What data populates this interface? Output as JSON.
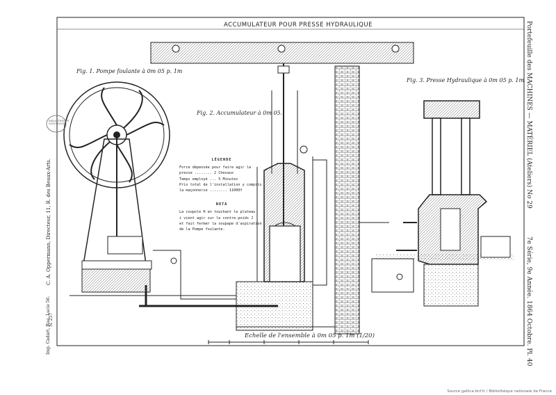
{
  "plate": {
    "title": "ACCUMULATEUR POUR PRESSE HYDRAULIQUE",
    "fig1_caption": "Fig. 1. Pompe foulante à 0m 05 p. 1m",
    "fig2_caption": "Fig. 2. Accumulateur à 0m 05.",
    "fig3_caption": "Fig. 3. Presse Hydraulique à 0m 05 p. 1m",
    "scale_caption": "Echelle de l'ensemble à 0m 05 p. 1m (1/20)",
    "stamp_text": "BIBLIOTHÈQUE NATIONALE",
    "legend": {
      "heading": "LÉGENDE",
      "line1": "Force dépensée pour faire agir la",
      "line2": "presse ........ 2 Chevaux",
      "line3": "Temps employé ... 5 Minutes",
      "line4": "Prix total de l'installation y compris",
      "line5": "la maçonnerie ........ 11000f"
    },
    "nota": {
      "heading": "NOTA",
      "line1": "La coupole H en touchant le plateau",
      "line2": "i vient agir sur le contre-poids J",
      "line3": "et fait fermer la soupape d'aspiration",
      "line4": "de la Pompe foulante."
    },
    "right_margin": "Portefeuille des MACHINES — MATÉRIEL (Ateliers)   No 29",
    "right_margin_date": "7e Série, 9e Année. 1864 Octobre. Pl. 40",
    "left_margin": "C. A. Oppermann, Directeur, 11, R. des Beaux-Arts.",
    "left_margin_printer": "Imp. Cadart, Ruo. Lucie 56.",
    "left_number": "N. 257",
    "footer": "Source gallica.bnf.fr / Bibliothèque nationale de France"
  },
  "colors": {
    "ink": "#222222",
    "paper": "#ffffff",
    "hatch": "#555555"
  }
}
